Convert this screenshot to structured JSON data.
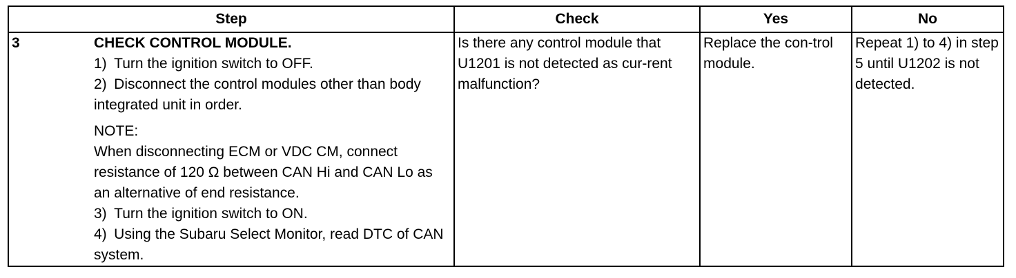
{
  "headers": {
    "step": "Step",
    "check": "Check",
    "yes": "Yes",
    "no": "No"
  },
  "row": {
    "number": "3",
    "title": "CHECK CONTROL MODULE.",
    "steps": [
      "1) Turn the ignition switch to OFF.",
      "2) Disconnect the control modules other than body integrated unit in order."
    ],
    "note_label": "NOTE:",
    "note_text": "When disconnecting ECM or VDC CM, connect resistance of 120 Ω between CAN Hi and CAN Lo as an alternative of end resistance.",
    "steps_after": [
      "3) Turn the ignition switch to ON.",
      "4) Using the Subaru Select Monitor, read DTC of CAN system."
    ],
    "check": "Is there any control module that U1201 is not detected as cur-rent malfunction?",
    "yes": "Replace the con-trol module.",
    "no": "Repeat 1) to 4) in step 5 until U1202 is not detected."
  }
}
